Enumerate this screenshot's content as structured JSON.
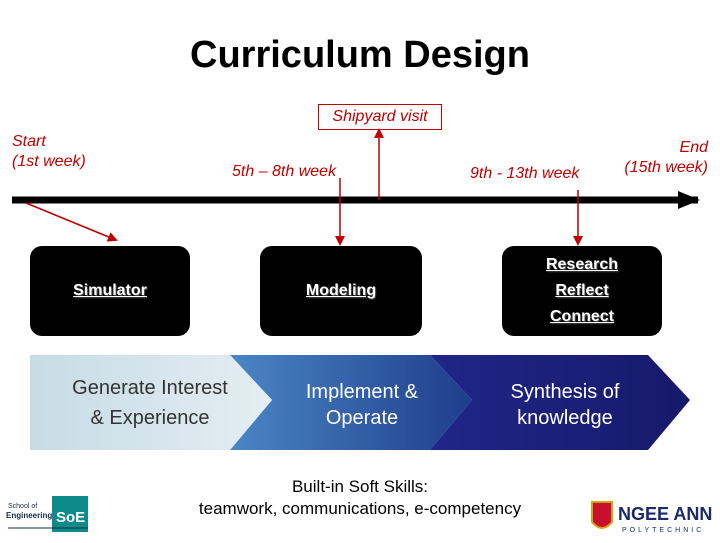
{
  "title": "Curriculum Design",
  "shipyard": "Shipyard visit",
  "start_label": "Start",
  "start_week": "(1st  week)",
  "week_5_8": "5th – 8th week",
  "week_9_13": "9th  - 13th week",
  "end_label": "End",
  "end_week": "(15th week)",
  "boxes": {
    "simulator": "Simulator",
    "modeling": "Modeling",
    "research": "Research",
    "reflect": "Reflect",
    "connect": "Connect"
  },
  "phases": {
    "p1_line1": "Generate Interest",
    "p1_line2": "& Experience",
    "p2_line1": "Implement &",
    "p2_line2": "Operate",
    "p3_line1": "Synthesis of",
    "p3_line2": "knowledge"
  },
  "soft_skills": {
    "line1": "Built-in Soft Skills:",
    "line2": "teamwork, communications, e-competency"
  },
  "logos": {
    "left_lines": [
      "School of",
      "Engineering"
    ],
    "left_mark": "SoE",
    "right_name": "NGEE ANN",
    "right_sub": "POLYTECHNIC"
  },
  "colors": {
    "arrow_red": "#c00000",
    "timeline": "#000000",
    "phase_light": "#cfe0ea",
    "phase_mid": "#2f5aa6",
    "phase_dark": "#1a1f7a"
  }
}
